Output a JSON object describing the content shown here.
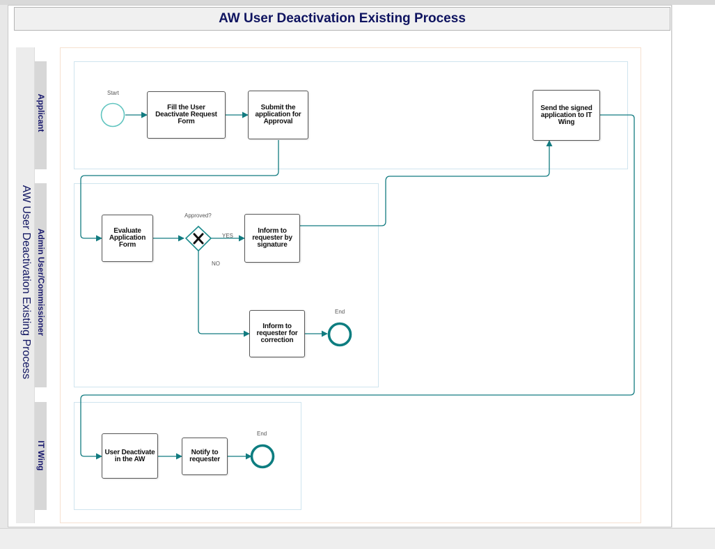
{
  "title": "AW User Deactivation Existing Process",
  "pool": {
    "label": "AW User Deactivation Existing Process"
  },
  "lanes": {
    "applicant": "Applicant",
    "admin": "Admin User/Commissioner",
    "it_wing": "IT Wing"
  },
  "events": {
    "start": "Start",
    "end_admin": "End",
    "end_it": "End"
  },
  "tasks": {
    "fill_form": "Fill the User Deactivate Request Form",
    "submit_app": "Submit the application for Approval",
    "send_signed": "Send the signed application to IT Wing",
    "evaluate": "Evaluate Application Form",
    "inform_signature": "Inform to requester by signature",
    "inform_correction": "Inform to requester for correction",
    "deactivate": "User Deactivate in the AW",
    "notify": "Notify to requester"
  },
  "gateway": {
    "label": "Approved?",
    "yes": "YES",
    "no": "NO"
  },
  "colors": {
    "flow": "#127b80",
    "start_event": "#5fc4bf",
    "end_event": "#0d7d80",
    "gateway": "#1a8a8c",
    "title": "#0f1460"
  }
}
